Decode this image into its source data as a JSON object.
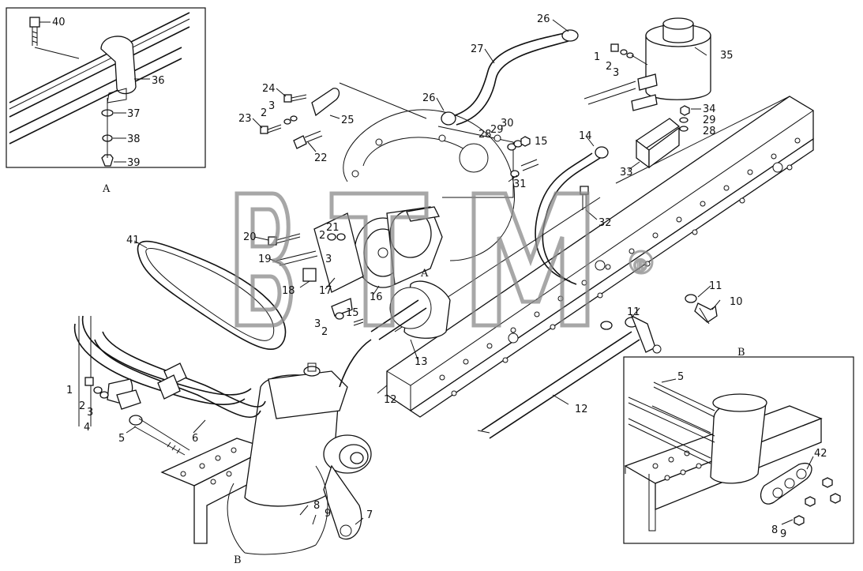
{
  "diagram": {
    "inset_a_caption": "A",
    "inset_b_caption": "B",
    "main_a_tag": "A",
    "main_b_tag": "B",
    "watermark": "®",
    "labels": [
      {
        "id": "p40",
        "text": "40"
      },
      {
        "id": "p36",
        "text": "36"
      },
      {
        "id": "p37",
        "text": "37"
      },
      {
        "id": "p38",
        "text": "38"
      },
      {
        "id": "p39",
        "text": "39"
      },
      {
        "id": "p26a",
        "text": "26"
      },
      {
        "id": "p27",
        "text": "27"
      },
      {
        "id": "p26b",
        "text": "26"
      },
      {
        "id": "p24",
        "text": "24"
      },
      {
        "id": "p2a",
        "text": "2"
      },
      {
        "id": "p3a",
        "text": "3"
      },
      {
        "id": "p25",
        "text": "25"
      },
      {
        "id": "p23",
        "text": "23"
      },
      {
        "id": "p22",
        "text": "22"
      },
      {
        "id": "p1a",
        "text": "1"
      },
      {
        "id": "p2b",
        "text": "2"
      },
      {
        "id": "p3b",
        "text": "3"
      },
      {
        "id": "p35",
        "text": "35"
      },
      {
        "id": "p34",
        "text": "34"
      },
      {
        "id": "p29a",
        "text": "29"
      },
      {
        "id": "p28a",
        "text": "28"
      },
      {
        "id": "p30",
        "text": "30"
      },
      {
        "id": "p29b",
        "text": "29"
      },
      {
        "id": "p28b",
        "text": "28"
      },
      {
        "id": "p15a",
        "text": "15"
      },
      {
        "id": "p14",
        "text": "14"
      },
      {
        "id": "p33",
        "text": "33"
      },
      {
        "id": "p31",
        "text": "31"
      },
      {
        "id": "p32",
        "text": "32"
      },
      {
        "id": "p41",
        "text": "41"
      },
      {
        "id": "p20",
        "text": "20"
      },
      {
        "id": "p21",
        "text": "21"
      },
      {
        "id": "p2c",
        "text": "2"
      },
      {
        "id": "p3c",
        "text": "3"
      },
      {
        "id": "p19",
        "text": "19"
      },
      {
        "id": "p18",
        "text": "18"
      },
      {
        "id": "p17",
        "text": "17"
      },
      {
        "id": "p16",
        "text": "16"
      },
      {
        "id": "p15b",
        "text": "15"
      },
      {
        "id": "p3d",
        "text": "3"
      },
      {
        "id": "p2d",
        "text": "2"
      },
      {
        "id": "p11a",
        "text": "11"
      },
      {
        "id": "p10",
        "text": "10"
      },
      {
        "id": "p11b",
        "text": "11"
      },
      {
        "id": "p13",
        "text": "13"
      },
      {
        "id": "p12a",
        "text": "12"
      },
      {
        "id": "p12b",
        "text": "12"
      },
      {
        "id": "p1b",
        "text": "1"
      },
      {
        "id": "p2e",
        "text": "2"
      },
      {
        "id": "p3e",
        "text": "3"
      },
      {
        "id": "p4",
        "text": "4"
      },
      {
        "id": "p5a",
        "text": "5"
      },
      {
        "id": "p6",
        "text": "6"
      },
      {
        "id": "p8a",
        "text": "8"
      },
      {
        "id": "p9a",
        "text": "9"
      },
      {
        "id": "p7",
        "text": "7"
      },
      {
        "id": "p5b",
        "text": "5"
      },
      {
        "id": "p42",
        "text": "42"
      },
      {
        "id": "p8b",
        "text": "8"
      },
      {
        "id": "p9b",
        "text": "9"
      }
    ]
  }
}
